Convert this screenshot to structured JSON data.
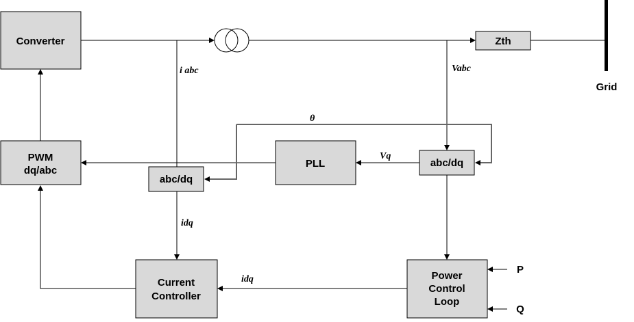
{
  "blocks": {
    "converter": "Converter",
    "pwm_line1": "PWM",
    "pwm_line2": "dq/abc",
    "abcdq_left": "abc/dq",
    "pll": "PLL",
    "abcdq_right": "abc/dq",
    "zth": "Zth",
    "cc_line1": "Current",
    "cc_line2": "Controller",
    "pcl_line1": "Power",
    "pcl_line2": "Control",
    "pcl_line3": "Loop"
  },
  "labels": {
    "grid": "Grid",
    "iabc": "i abc",
    "vabc": "Vabc",
    "theta": "θ",
    "vq": "Vq",
    "idq_vertical": "idq",
    "idq_horizontal": "idq",
    "p": "P",
    "q": "Q"
  },
  "colors": {
    "block_fill": "#d9d9d9",
    "theta_line": "#666666"
  }
}
